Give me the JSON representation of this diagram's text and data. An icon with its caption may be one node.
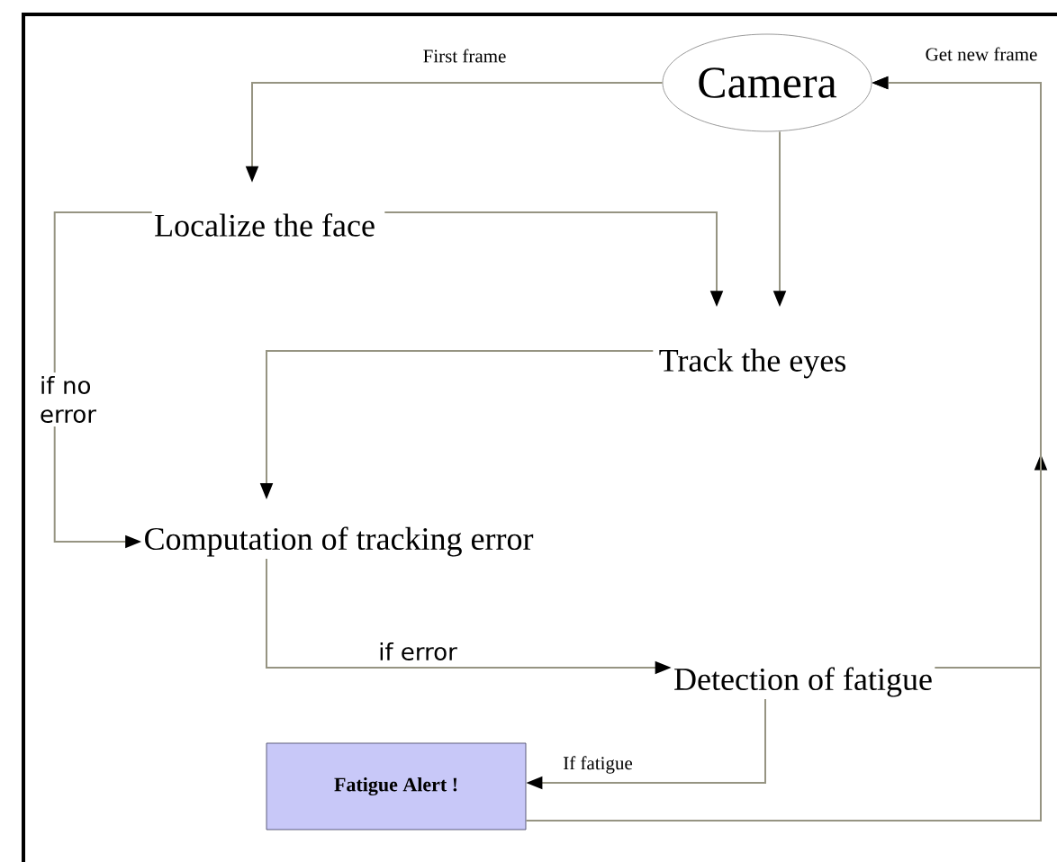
{
  "diagram": {
    "nodes": [
      {
        "text": [
          "Camera"
        ]
      },
      {
        "text": [
          "Localize the face"
        ]
      },
      {
        "text": [
          "Track the eyes"
        ]
      },
      {
        "text": [
          "Computation of tracking error"
        ]
      },
      {
        "text": [
          "Detection of fatigue"
        ]
      },
      {
        "text": [
          "Fatigue Alert !"
        ]
      }
    ],
    "edges": [
      {
        "from": 0,
        "to": 1,
        "arrow": "to",
        "label": "First frame"
      },
      {
        "from": 1,
        "to": 2,
        "arrow": "to"
      },
      {
        "from": 0,
        "to": 2,
        "arrow": "to"
      },
      {
        "from": 2,
        "to": 3,
        "arrow": "to"
      },
      {
        "from": 1,
        "to": 3,
        "arrow": "to",
        "label": "if no error"
      },
      {
        "from": 3,
        "to": 4,
        "arrow": "to",
        "label": "if error"
      },
      {
        "from": 4,
        "to": 5,
        "arrow": "to",
        "label": "If fatigue"
      },
      {
        "from": 5,
        "to": 0,
        "arrow": "to",
        "label": "Get new frame"
      },
      {
        "from": 4,
        "to": 0,
        "arrow": "to"
      }
    ]
  }
}
